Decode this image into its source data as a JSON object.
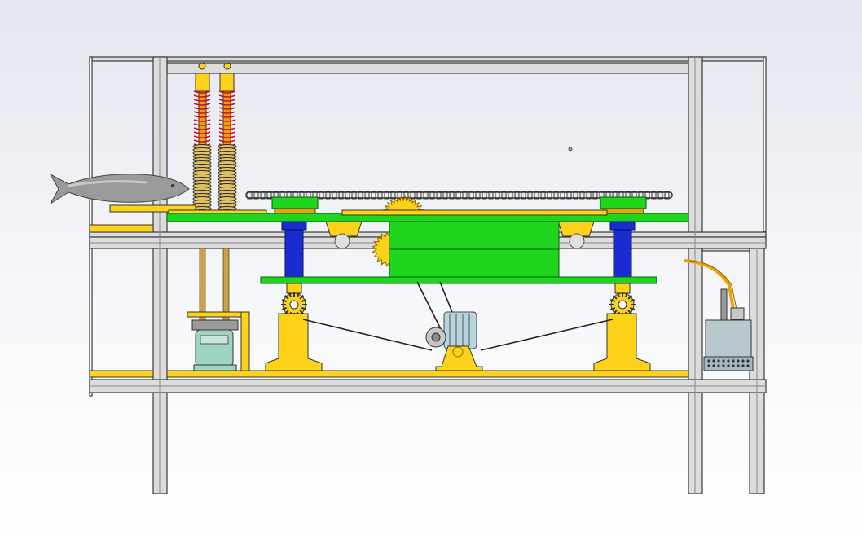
{
  "view": {
    "kind": "cad-assembly-side-view",
    "background": [
      "#e4e7ef",
      "#ffffff"
    ]
  },
  "palette": {
    "frame_fill": "#dcdcdc",
    "frame_stroke": "#3a3a3a",
    "yellow": "#ffd21a",
    "green": "#1fd61f",
    "dark_green": "#1a8a1a",
    "blue": "#1a2ccf",
    "orange": "#f0a000",
    "spring_red": "#c0102a",
    "fish_grey": "#9a9a9a",
    "motor_teal": "#9fd3c4",
    "chain": "#2e2e2e"
  },
  "components": [
    {
      "id": "frame",
      "icon": "steel-frame-icon"
    },
    {
      "id": "fish",
      "icon": "fish-icon"
    },
    {
      "id": "spring-shafts",
      "icon": "coil-spring-icon"
    },
    {
      "id": "conveyor-chain",
      "icon": "chain-icon"
    },
    {
      "id": "sprockets",
      "icon": "sprocket-icon"
    },
    {
      "id": "top-plate",
      "icon": "green-plate-icon"
    },
    {
      "id": "lower-plate",
      "icon": "green-plate-icon"
    },
    {
      "id": "blue-columns",
      "icon": "column-icon"
    },
    {
      "id": "bevel-gears",
      "icon": "bevel-gear-icon"
    },
    {
      "id": "yellow-supports",
      "icon": "bracket-icon"
    },
    {
      "id": "drive-belts",
      "icon": "belt-icon"
    },
    {
      "id": "drive-motor",
      "icon": "electric-motor-icon"
    },
    {
      "id": "left-motor",
      "icon": "gear-motor-icon"
    },
    {
      "id": "water-pump",
      "icon": "pump-icon"
    },
    {
      "id": "pump-hose",
      "icon": "hose-icon"
    }
  ]
}
